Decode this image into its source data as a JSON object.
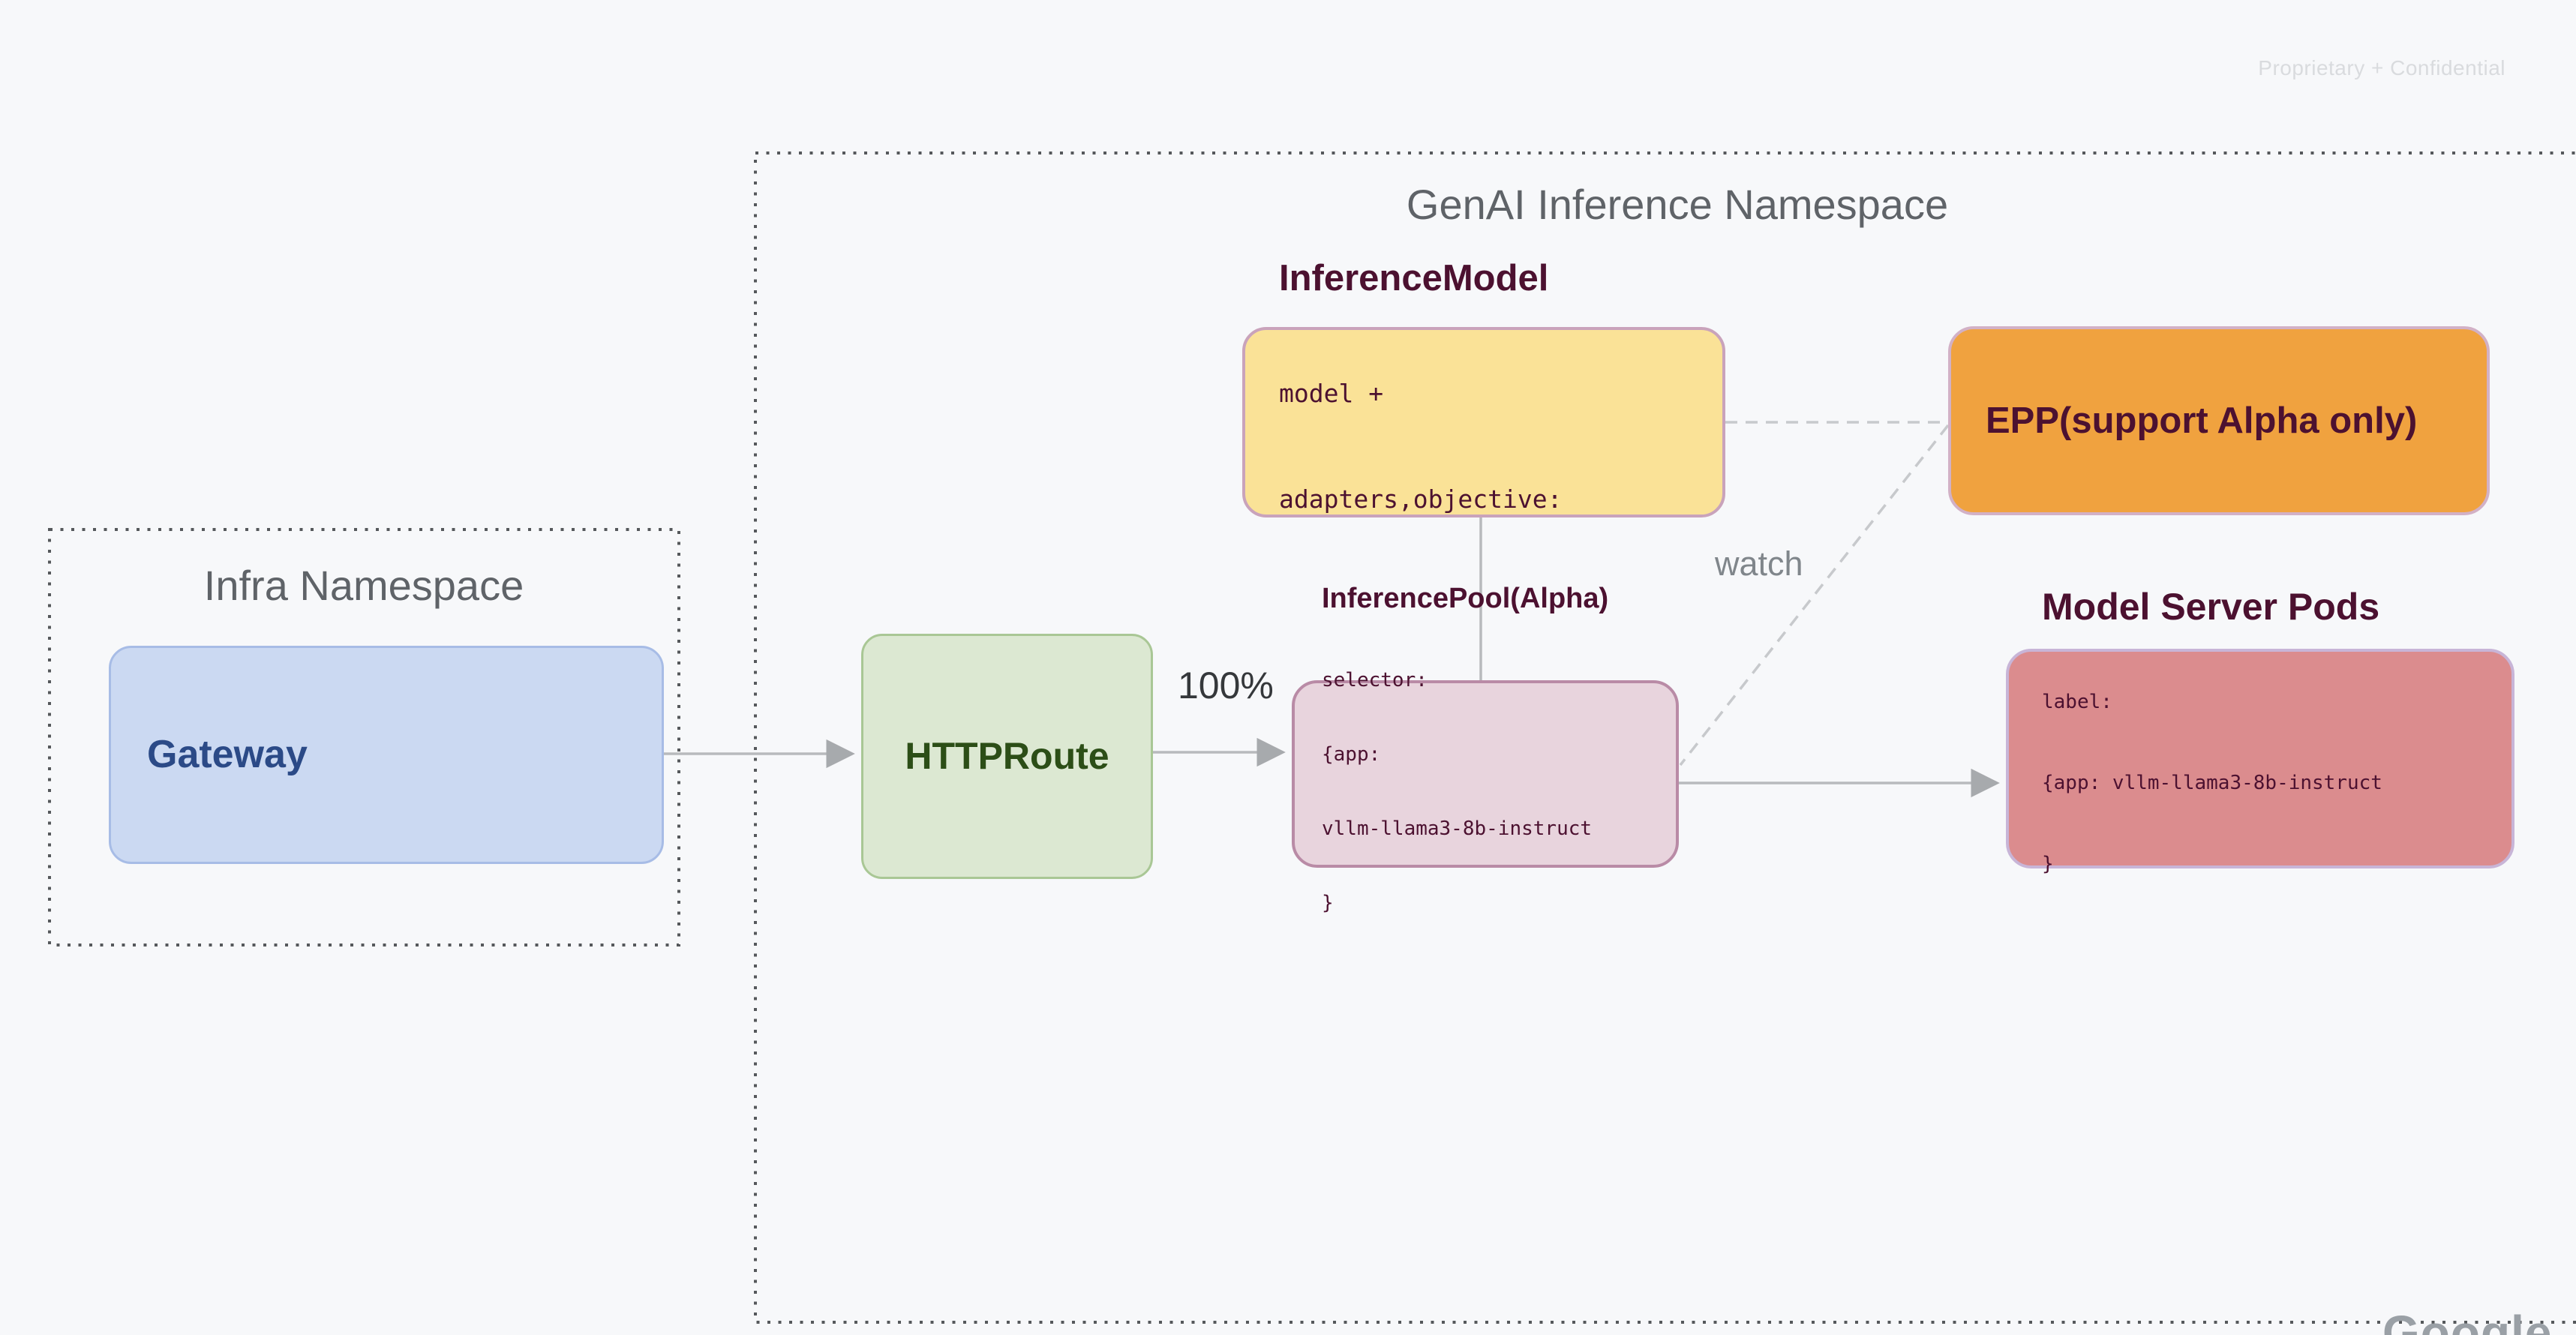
{
  "page": {
    "watermark": "Proprietary + Confidential",
    "brand_partial": "Google",
    "background_color": "#F7F8FA",
    "dotted_border_color": "#55585B",
    "solid_line_color": "#B8BABD",
    "dashed_line_color": "#C7C9CC",
    "arrowhead_color": "#A7AAAD"
  },
  "namespaces": {
    "genai": {
      "title": "GenAI Inference Namespace",
      "title_color": "#5F6368"
    },
    "infra": {
      "title": "Infra Namespace",
      "title_color": "#5F6368"
    }
  },
  "nodes": {
    "gateway": {
      "title": "Gateway",
      "fill": "#CBD9F2",
      "border": "#A7BCE6",
      "text_color": "#2B4A87"
    },
    "httproute": {
      "title": "HTTPRoute",
      "fill": "#DCE8D2",
      "border": "#A9C795",
      "text_color": "#2C4E17"
    },
    "inference_model": {
      "title": "InferenceModel",
      "body_lines": [
        "model +",
        "adapters,objective:"
      ],
      "fill": "#FAE297",
      "border": "#C9A3BB",
      "text_color": "#4C1130"
    },
    "epp": {
      "title": "EPP(support Alpha only)",
      "fill": "#F0A23F",
      "border": "#D2B1C6",
      "text_color": "#4C1130"
    },
    "inference_pool": {
      "title": "InferencePool(Alpha)",
      "body_lines": [
        "selector:",
        "{app:",
        "vllm-llama3-8b-instruct",
        "}"
      ],
      "fill": "#E8D4DD",
      "border": "#B98BA6",
      "text_color": "#4C1130"
    },
    "model_server_pods": {
      "title": "Model Server Pods",
      "body_lines": [
        "label:",
        "{app: vllm-llama3-8b-instruct",
        "}"
      ],
      "fill": "#DB8C8E",
      "border": "#C8B5D7",
      "text_color": "#4C1130"
    }
  },
  "edges": {
    "weight_label": "100%",
    "watch_label": "watch",
    "list": [
      {
        "from": "gateway",
        "to": "httproute",
        "style": "solid-arrow"
      },
      {
        "from": "httproute",
        "to": "inference_pool",
        "style": "solid-arrow",
        "label": "100%"
      },
      {
        "from": "inference_pool",
        "to": "model_server_pods",
        "style": "solid-arrow"
      },
      {
        "from": "inference_model",
        "to": "inference_pool",
        "style": "solid-line"
      },
      {
        "from": "inference_model",
        "to": "epp",
        "style": "dashed-line"
      },
      {
        "from": "epp",
        "to": "inference_pool",
        "style": "dashed-line",
        "label": "watch"
      }
    ]
  }
}
